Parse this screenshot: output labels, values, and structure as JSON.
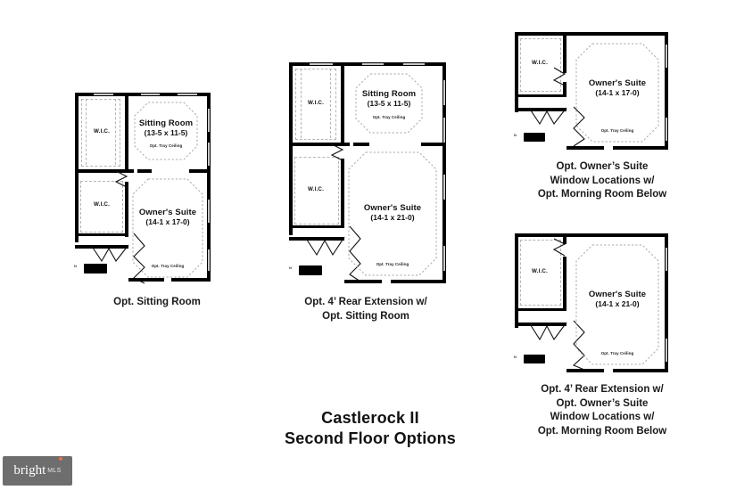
{
  "document": {
    "title_line1": "Castlerock II",
    "title_line2": "Second Floor Options",
    "watermark": {
      "brand": "bright",
      "suffix": "MLS"
    }
  },
  "plans": [
    {
      "id": "plan-opt-sitting-room",
      "caption": "Opt. Sitting Room",
      "rooms": [
        {
          "name": "Sitting Room",
          "dimensions": "(13-5 x 11-5)",
          "note": "Opt. Tray Ceiling"
        },
        {
          "name": "Owner's Suite",
          "dimensions": "(14-1 x 17-0)",
          "note": "Opt. Tray Ceiling"
        },
        {
          "name": "W.I.C."
        },
        {
          "name": "W.I.C."
        }
      ],
      "compass": "N"
    },
    {
      "id": "plan-rear-extension-sitting-room",
      "caption": "Opt. 4’ Rear Extension w/\nOpt. Sitting Room",
      "rooms": [
        {
          "name": "Sitting Room",
          "dimensions": "(13-5 x 11-5)",
          "note": "Opt. Tray Ceiling"
        },
        {
          "name": "Owner's Suite",
          "dimensions": "(14-1 x 21-0)",
          "note": "Opt. Tray Ceiling"
        },
        {
          "name": "W.I.C."
        },
        {
          "name": "W.I.C."
        }
      ],
      "compass": "N"
    },
    {
      "id": "plan-owners-suite-window-locations",
      "caption": "Opt. Owner’s Suite\nWindow Locations w/\nOpt. Morning Room Below",
      "rooms": [
        {
          "name": "Owner's Suite",
          "dimensions": "(14-1 x 17-0)",
          "note": "Opt. Tray Ceiling"
        },
        {
          "name": "W.I.C."
        }
      ],
      "compass": "N"
    },
    {
      "id": "plan-rear-extension-window-locations",
      "caption": "Opt. 4’ Rear Extension w/\nOpt. Owner’s Suite\nWindow Locations w/\nOpt. Morning Room Below",
      "rooms": [
        {
          "name": "Owner's Suite",
          "dimensions": "(14-1 x 21-0)",
          "note": "Opt. Tray Ceiling"
        },
        {
          "name": "W.I.C."
        }
      ],
      "compass": "N"
    }
  ],
  "colors": {
    "wall": "#000000",
    "window": "#c9c9c9",
    "dashed": "#a9a9a9",
    "background": "#ffffff",
    "watermark_bg": "#6e6e6e",
    "watermark_accent": "#e8734a"
  }
}
